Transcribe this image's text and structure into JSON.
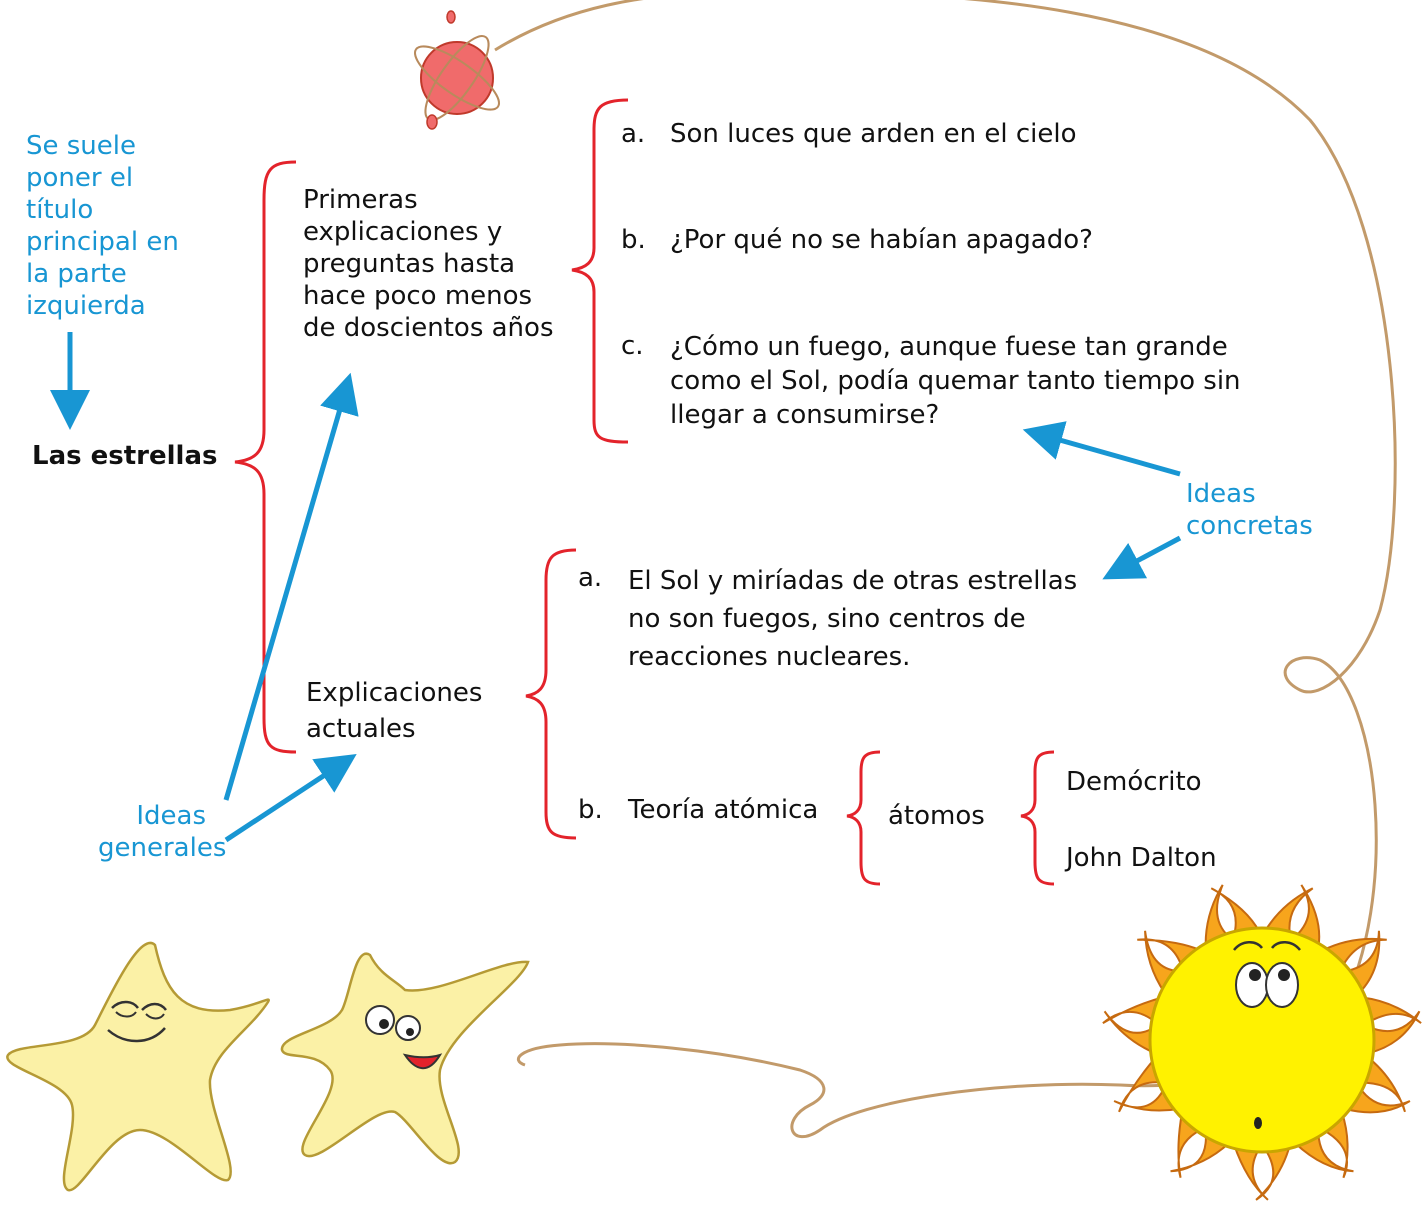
{
  "title": "Las estrellas",
  "annotations": {
    "title_note": [
      "Se suele",
      "poner el",
      "título",
      "principal en",
      "la parte",
      "izquierda"
    ],
    "general_ideas": [
      "Ideas",
      "generales"
    ],
    "concrete_ideas": [
      "Ideas",
      "concretas"
    ]
  },
  "branches": [
    {
      "label": [
        "Primeras",
        "explicaciones  y",
        "preguntas hasta",
        "hace poco menos",
        "de doscientos años"
      ],
      "items": [
        {
          "marker": "a.",
          "lines": [
            "Son luces que arden en el cielo"
          ]
        },
        {
          "marker": "b.",
          "lines": [
            "¿Por qué no se habían apagado?"
          ]
        },
        {
          "marker": "c.",
          "lines": [
            "¿Cómo un fuego, aunque fuese tan grande",
            "como el Sol, podía quemar tanto tiempo sin",
            "llegar a consumirse?"
          ]
        }
      ]
    },
    {
      "label": [
        "Explicaciones",
        "actuales"
      ],
      "items": [
        {
          "marker": "a.",
          "lines": [
            "El Sol y miríadas de otras estrellas",
            "no son fuegos, sino centros de",
            "reacciones nucleares."
          ]
        },
        {
          "marker": "b.",
          "lines": [
            "Teoría atómica"
          ]
        }
      ]
    }
  ],
  "atoms": {
    "label": "átomos",
    "people": [
      "Demócrito",
      "John Dalton"
    ]
  },
  "colors": {
    "brace": "#e3232b",
    "arrow": "#1896d3",
    "annotation": "#1896d3",
    "text": "#111111",
    "star_fill": "#fbf1a6",
    "sun_fill": "#fff200",
    "sun_rays": "#f7a51c",
    "planet": "#f06b6b",
    "swirl": "#c29a6a"
  }
}
